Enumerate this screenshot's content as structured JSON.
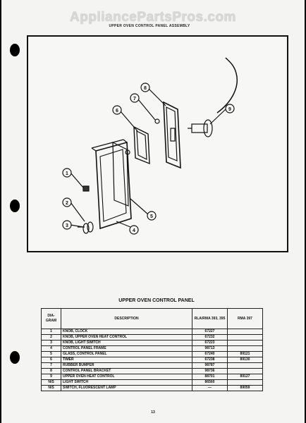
{
  "watermark": "AppliancePartsPros.com",
  "subtitle": "UPPER OVEN CONTROL PANEL ASSEMBLY",
  "callouts": [
    "1",
    "2",
    "3",
    "4",
    "5",
    "6",
    "7",
    "8",
    "9"
  ],
  "table_title": "UPPER OVEN CONTROL PANEL",
  "headers": {
    "diagram": "DIA-GRAM",
    "description": "DESCRIPTION",
    "rla": "RLA/RMA 393, 395",
    "rma": "RMA 397"
  },
  "rows": [
    {
      "diagram": "1",
      "description": "KNOB, CLOCK",
      "rla": "67227",
      "rma": ""
    },
    {
      "diagram": "2",
      "description": "KNOB, UPPER OVEN HEAT CONTROL",
      "rla": "67232",
      "rma": ""
    },
    {
      "diagram": "3",
      "description": "KNOB, LIGHT SWITCH",
      "rla": "67223",
      "rma": ""
    },
    {
      "diagram": "4",
      "description": "CONTROL PANEL FRAME",
      "rla": "98713",
      "rma": ""
    },
    {
      "diagram": "5",
      "description": "GLASS, CONTROL PANEL",
      "rla": "67240",
      "rma": "89121"
    },
    {
      "diagram": "6",
      "description": "TIMER",
      "rla": "67238",
      "rma": "89130"
    },
    {
      "diagram": "7",
      "description": "RUBBER BUMPER",
      "rla": "98787",
      "rma": ""
    },
    {
      "diagram": "8",
      "description": "CONTROL PANEL BRACKET",
      "rla": "98736",
      "rma": ""
    },
    {
      "diagram": "9",
      "description": "UPPER OVEN HEAT CONTROL",
      "rla": "88701",
      "rma": "89127"
    },
    {
      "diagram": "N/S",
      "description": "LIGHT SWITCH",
      "rla": "86560",
      "rma": ""
    },
    {
      "diagram": "N/S",
      "description": "SWITCH, FLUORESCENT LAMP",
      "rla": "—",
      "rma": "89059"
    }
  ],
  "page_number": "13"
}
